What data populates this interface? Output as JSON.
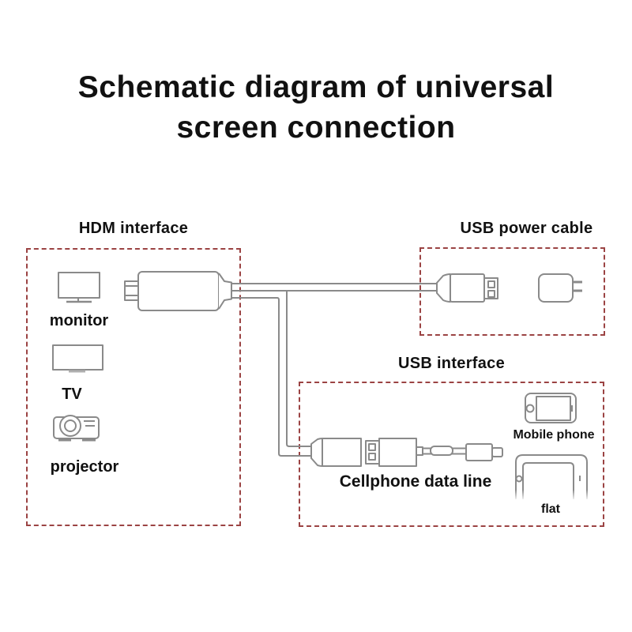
{
  "title": {
    "line1": "Schematic diagram of universal",
    "line2": "screen connection"
  },
  "colors": {
    "dashed_box": "#9b4343",
    "line_art": "#8a8a8a",
    "text": "#111111",
    "background": "#ffffff"
  },
  "hdmi_section": {
    "heading": "HDM interface",
    "devices": [
      {
        "label": "monitor",
        "icon": "monitor-icon"
      },
      {
        "label": "TV",
        "icon": "tv-icon"
      },
      {
        "label": "projector",
        "icon": "projector-icon"
      }
    ]
  },
  "usb_power_section": {
    "heading": "USB power cable",
    "icons": [
      "usb-a-plug-icon",
      "wall-charger-icon"
    ]
  },
  "usb_interface_section": {
    "heading": "USB interface",
    "cable_label": "Cellphone data line",
    "devices": [
      {
        "label": "Mobile phone",
        "icon": "mobile-phone-icon"
      },
      {
        "label": "flat",
        "icon": "tablet-icon"
      }
    ]
  }
}
